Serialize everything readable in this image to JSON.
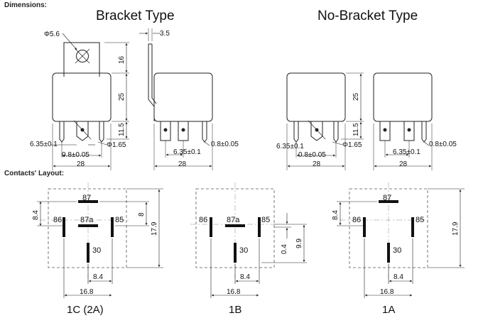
{
  "sections": {
    "dimensions": "Dimensions:",
    "contacts": "Contacts' Layout:"
  },
  "headings": {
    "bracket": "Bracket Type",
    "nobracket": "No-Bracket Type"
  },
  "dims": {
    "hole": "Φ5.6",
    "bracket_w": "3.5",
    "h16": "16",
    "h25": "25",
    "h115": "11.5",
    "pin635": "6.35±0.1",
    "pin08": "0.8±0.05",
    "phi165": "Φ1.65",
    "w28": "28"
  },
  "layout_dims": {
    "d84": "8.4",
    "d8": "8",
    "d179": "17.9",
    "d04": "0.4",
    "d99": "9.9",
    "d168": "16.8"
  },
  "pins": {
    "p87": "87",
    "p87a": "87a",
    "p86": "86",
    "p85": "85",
    "p30": "30"
  },
  "captions": {
    "c1": "1C (2A)",
    "c2": "1B",
    "c3": "1A"
  },
  "colors": {
    "ink": "#111111",
    "line": "#333333"
  }
}
